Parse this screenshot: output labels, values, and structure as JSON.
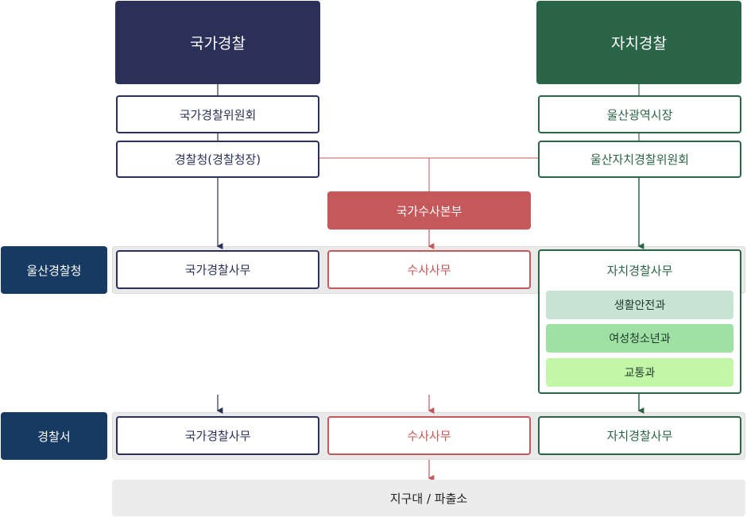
{
  "national": {
    "title": "국가경찰",
    "commission": "국가경찰위원회",
    "agency": "경찰청(경찰청장)"
  },
  "autonomous": {
    "title": "자치경찰",
    "mayor": "울산광역시장",
    "commission": "울산자치경찰위원회"
  },
  "investigation": {
    "headquarters": "국가수사본부"
  },
  "provincial": {
    "label": "울산경찰청",
    "national_affairs": "국가경찰사무",
    "investigation_affairs": "수사사무",
    "autonomous_affairs": "자치경찰사무",
    "departments": [
      "생활안전과",
      "여성청소년과",
      "교통과"
    ]
  },
  "station": {
    "label": "경찰서",
    "national_affairs": "국가경찰사무",
    "investigation_affairs": "수사사무",
    "autonomous_affairs": "자치경찰사무"
  },
  "precinct": {
    "label": "지구대 / 파출소"
  },
  "colors": {
    "navy": "#2b3059",
    "green": "#2b6548",
    "red": "#c4585a",
    "side_navy": "#173a62"
  }
}
